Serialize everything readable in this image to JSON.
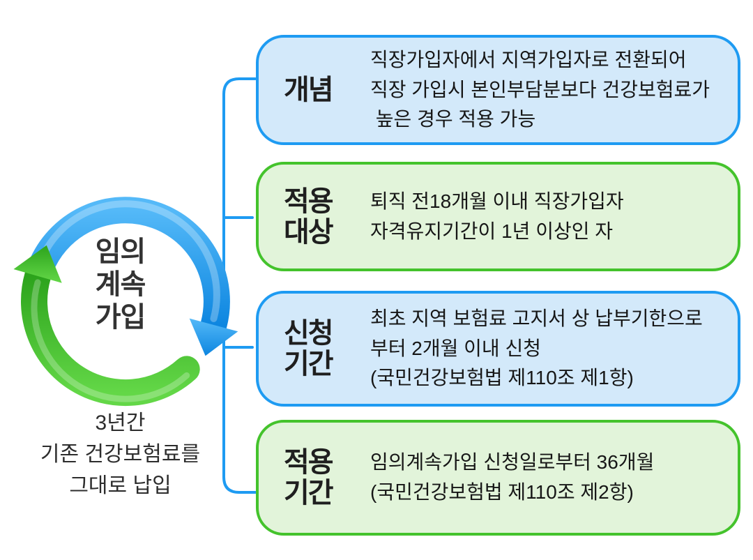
{
  "hero": {
    "icon": "cycle-arrows-icon",
    "title": "임의\n계속\n가입",
    "caption": "3년간\n기존 건강보험료를\n그대로 납입"
  },
  "boxes": [
    {
      "theme": "blue",
      "label": "개념",
      "body": "직장가입자에서 지역가입자로 전환되어\n직장 가입시 본인부담분보다 건강보험료가\n 높은 경우 적용 가능"
    },
    {
      "theme": "green",
      "label": "적용\n대상",
      "body": "퇴직 전18개월 이내 직장가입자\n자격유지기간이 1년 이상인 자"
    },
    {
      "theme": "blue",
      "label": "신청\n기간",
      "body": "최초 지역 보험료 고지서 상 납부기한으로\n부터 2개월 이내 신청\n(국민건강보험법 제110조 제1항)"
    },
    {
      "theme": "green",
      "label": "적용\n기간",
      "body": "임의계속가입 신청일로부터 36개월\n(국민건강보험법 제110조 제2항)"
    }
  ],
  "colors": {
    "blue_border": "#1e9bf2",
    "blue_fill": "#d3e9fa",
    "green_border": "#44c32c",
    "green_fill": "#e2f4da",
    "label_text": "#1f1f1f",
    "body_text": "#161616",
    "arrow_blue": "#1488e8",
    "arrow_green": "#3cbe28"
  }
}
